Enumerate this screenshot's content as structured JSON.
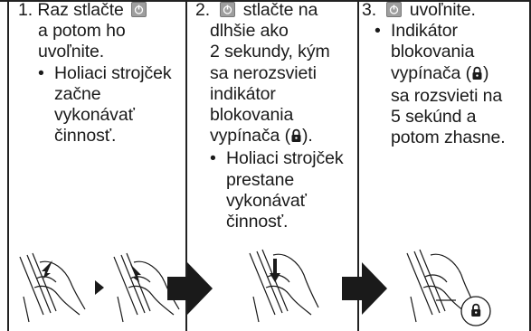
{
  "step1": {
    "num": "1.",
    "line1": "Raz stlačte",
    "line2": "a potom ho",
    "line3": "uvoľnite.",
    "bullet": [
      "Holiaci strojček",
      "začne",
      "vykonávať",
      "činnosť."
    ]
  },
  "step2": {
    "num": "2.",
    "line1": "stlačte na",
    "line2": "dlhšie ako",
    "line3": "2 sekundy, kým",
    "line4": "sa nerozsvieti",
    "line5": "indikátor",
    "line6": "blokovania",
    "line7a": "vypínača (",
    "line7b": ").",
    "bullet": [
      "Holiaci strojček",
      "prestane",
      "vykonávať",
      "činnosť."
    ]
  },
  "step3": {
    "num": "3.",
    "line1": "uvoľnite.",
    "bullet": [
      "Indikátor",
      "blokovania",
      "vypínača (",
      ")",
      "sa rozsvieti na",
      "5 sekúnd a",
      "potom zhasne."
    ]
  },
  "icons": {
    "power_key": "power-button-icon",
    "lock": "lock-icon",
    "arrow": "arrow-right-icon"
  },
  "colors": {
    "key_fill": "#9e9e9e",
    "arrow_fill": "#1a1a1a"
  }
}
